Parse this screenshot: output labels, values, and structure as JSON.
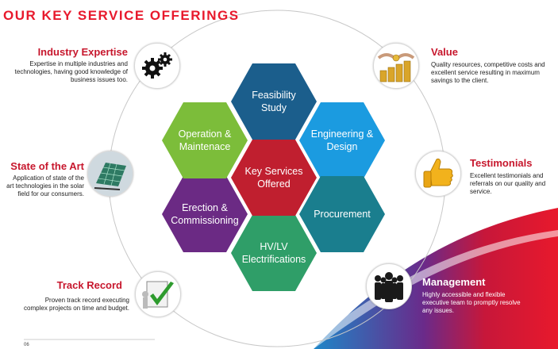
{
  "title": "OUR KEY SERVICE OFFERINGS",
  "center": "Key Services Offered",
  "hexes": {
    "feasibility": "Feasibility Study",
    "engineering": "Engineering & Design",
    "procurement": "Procurement",
    "hvlv": "HV/LV Electrifications",
    "erection": "Erection & Commissioning",
    "operation": "Operation & Maintenace"
  },
  "left": [
    {
      "title": "Industry Expertise",
      "desc": "Expertise in multiple industries and technologies, having good knowledge of business issues too.",
      "icon": "gears-icon"
    },
    {
      "title": "State of the Art",
      "desc": "Application of state of the art technologies in the solar field for our consumers.",
      "icon": "solar-panel-icon"
    },
    {
      "title": "Track Record",
      "desc": "Proven track record executing complex projects on time and budget.",
      "icon": "checkmark-icon"
    }
  ],
  "right": [
    {
      "title": "Value",
      "desc": "Quality resources, competitive costs and excellent service resulting in maximum savings to the client.",
      "icon": "coins-icon"
    },
    {
      "title": "Testimonials",
      "desc": "Excellent testimonials and referrals on our quality and service.",
      "icon": "thumbs-up-icon"
    },
    {
      "title": "Management",
      "desc": "Highly accessible and flexible executive team to promptly resolve any issues.",
      "icon": "team-icon"
    }
  ],
  "footer": "06",
  "colors": {
    "title": "#e8192c",
    "heading": "#c7172d",
    "feasibility": "#1b5e8c",
    "engineering": "#1b9be0",
    "procurement": "#1a7e8e",
    "hvlv": "#2f9e68",
    "erection": "#6b2a84",
    "operation": "#7cbd3a",
    "center": "#c01f2f"
  }
}
